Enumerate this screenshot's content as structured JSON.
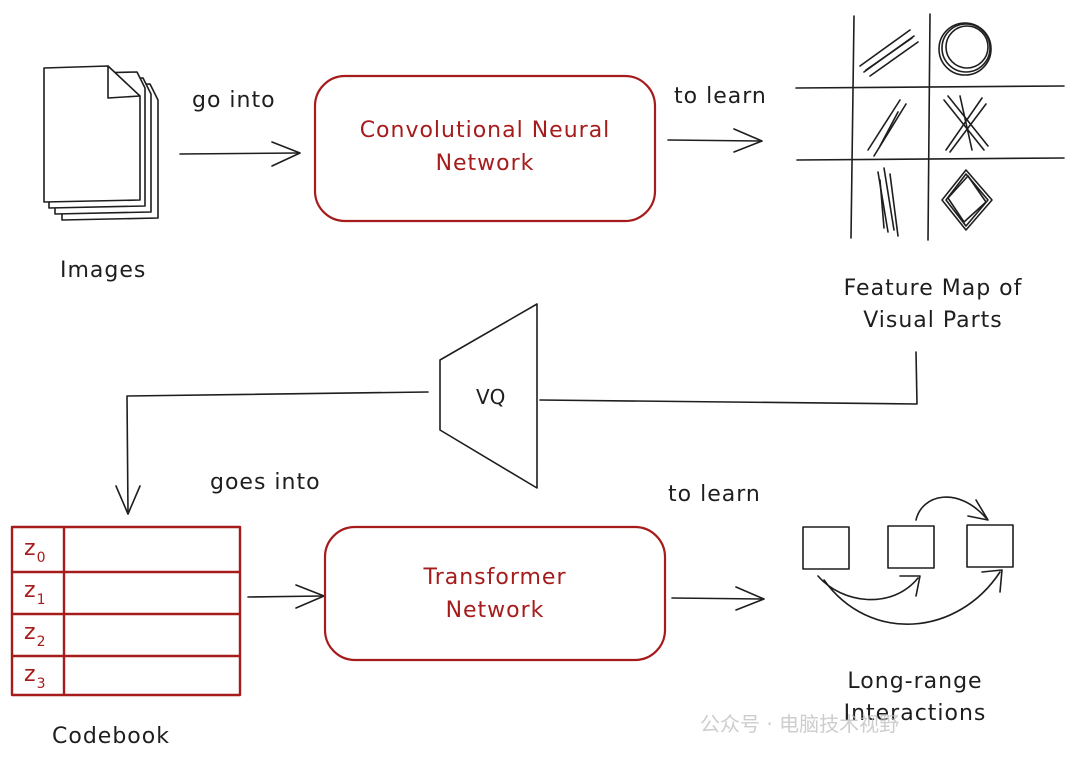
{
  "labels": {
    "images": "Images",
    "go_into": "go into",
    "cnn_line1": "Convolutional Neural",
    "cnn_line2": "Network",
    "to_learn_top": "to learn",
    "feature_map_line1": "Feature Map of",
    "feature_map_line2": "Visual Parts",
    "vq": "VQ",
    "goes_into": "goes into",
    "to_learn_bottom": "to learn",
    "transformer_line1": "Transformer",
    "transformer_line2": "Network",
    "long_range_line1": "Long-range",
    "long_range_line2": "Interactions",
    "codebook": "Codebook"
  },
  "codebook_rows": [
    {
      "symbol": "z",
      "index": "0"
    },
    {
      "symbol": "z",
      "index": "1"
    },
    {
      "symbol": "z",
      "index": "2"
    },
    {
      "symbol": "z",
      "index": "3"
    }
  ],
  "watermark": "公众号 · 电脑技术视野",
  "colors": {
    "ink": "#1e1e1e",
    "accent_red": "#a61b1b"
  }
}
